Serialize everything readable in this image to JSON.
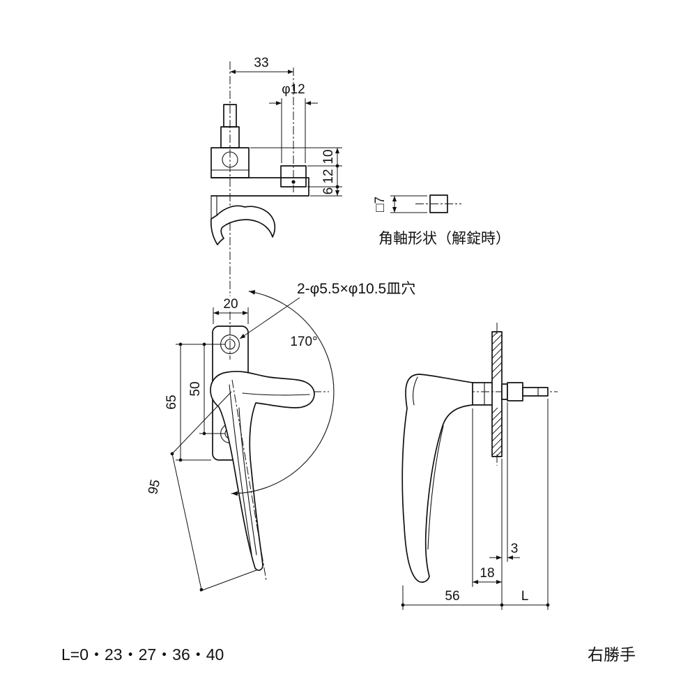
{
  "top_view": {
    "dim_width": "33",
    "dim_phi": "φ12",
    "dim_h1": "10",
    "dim_h2": "12",
    "dim_h3": "6"
  },
  "shaft_detail": {
    "dim_square": "□7",
    "caption": "角軸形状（解錠時）"
  },
  "front_view": {
    "holes_note": "2-φ5.5×φ10.5皿穴",
    "dim_plate_width": "20",
    "dim_angle": "170°",
    "dim_65": "65",
    "dim_50": "50",
    "dim_95": "95"
  },
  "side_view": {
    "dim_3": "3",
    "dim_18": "18",
    "dim_56": "56",
    "dim_L": "L"
  },
  "footer": {
    "l_values": "L=0・23・27・36・40",
    "handedness": "右勝手"
  },
  "colors": {
    "line": "#111111",
    "background": "#ffffff"
  }
}
